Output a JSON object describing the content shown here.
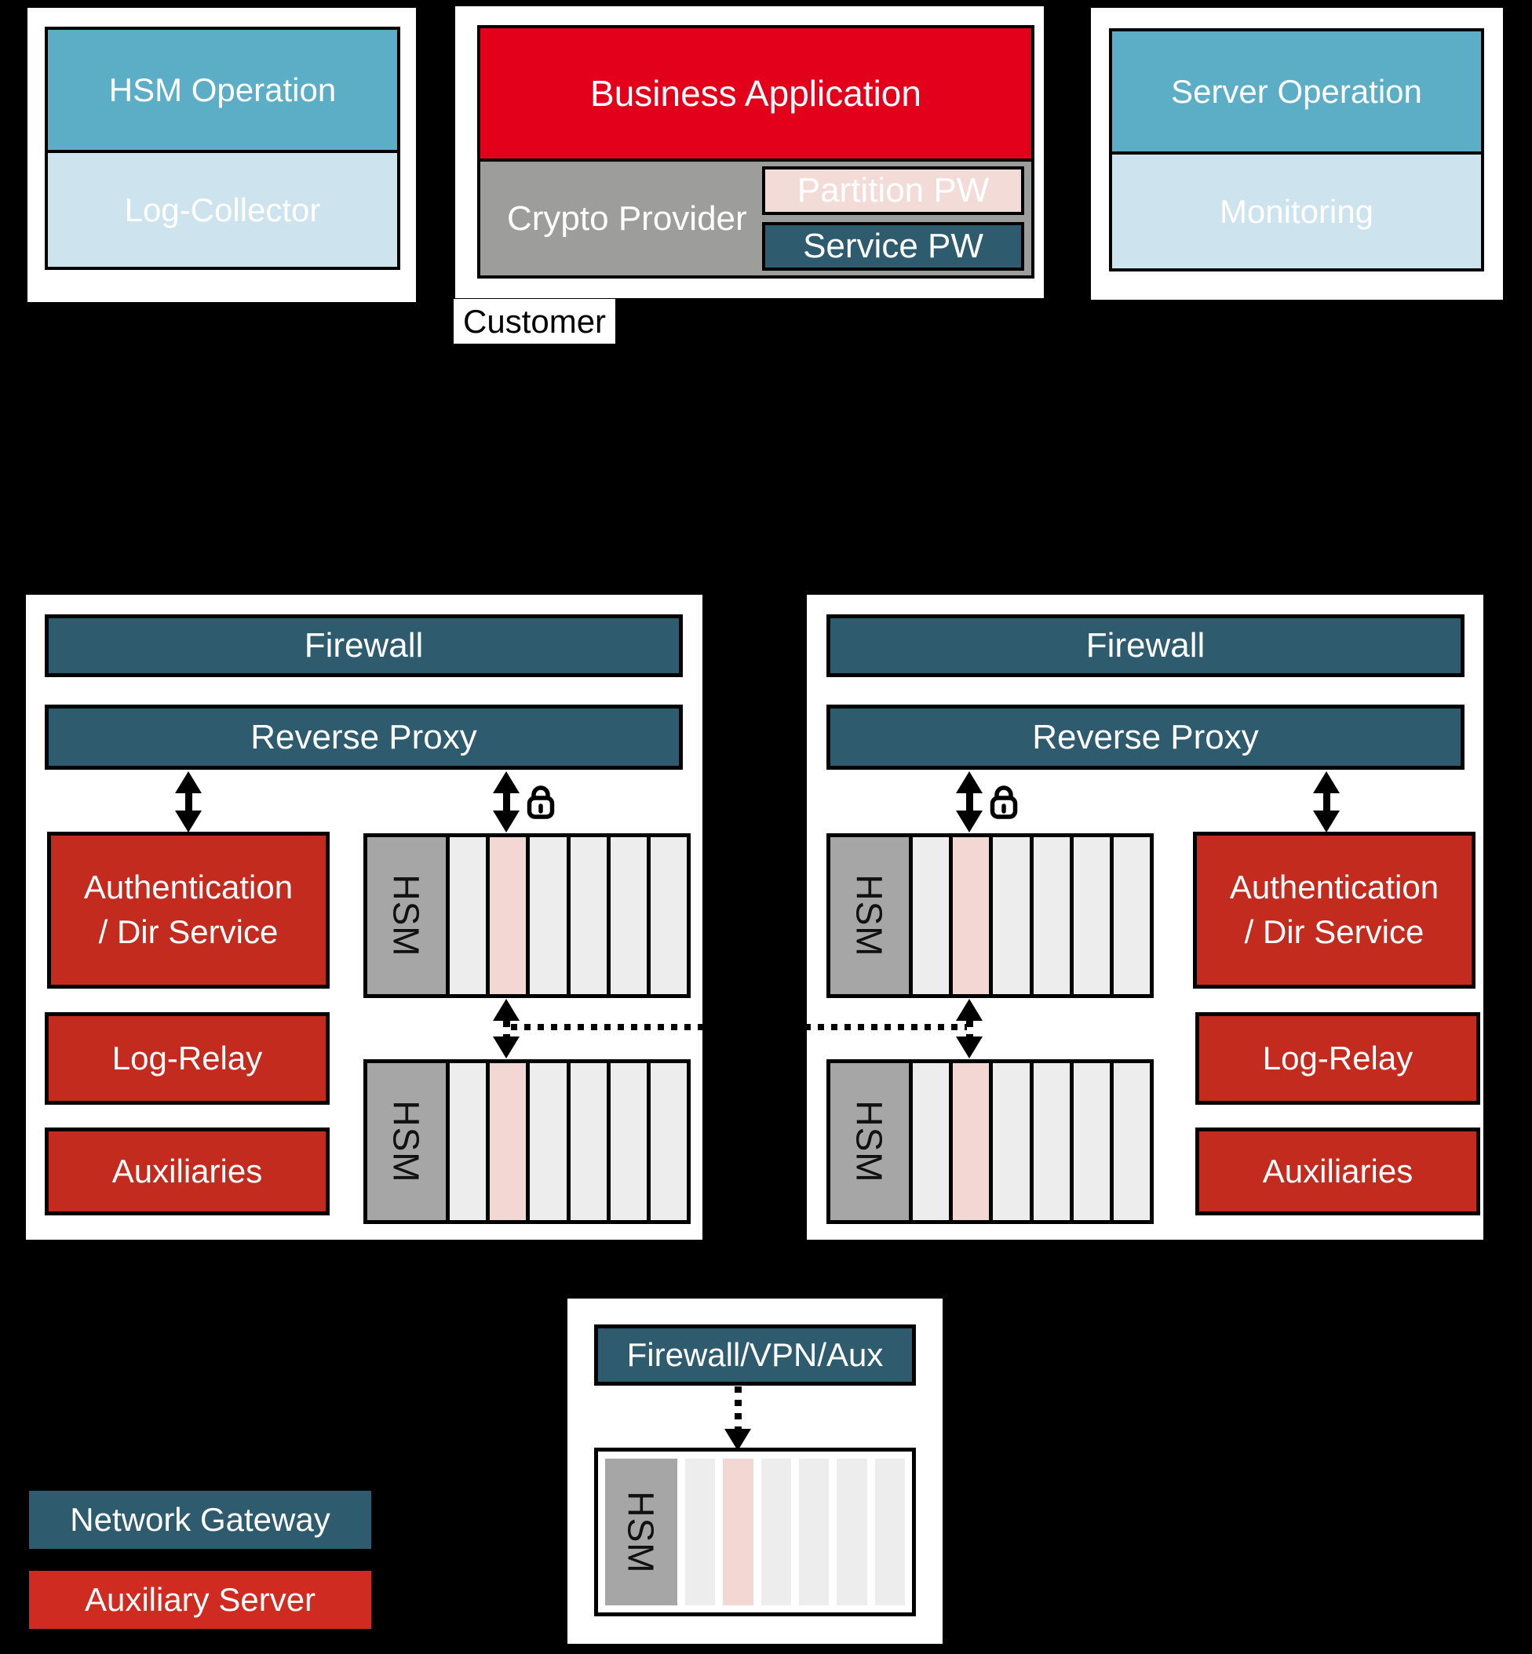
{
  "colors": {
    "background": "#000000",
    "panel": "#ffffff",
    "network_teal": "#2E5B6E",
    "operation_blue": "#5CAEC7",
    "operation_light_blue": "#CDE3EE",
    "business_red": "#E2001A",
    "auxiliary_dark_red": "#C42B1F",
    "legend_red": "#D02B20",
    "crypto_gray": "#9D9D9C",
    "hsm_gray": "#A6A6A6",
    "slot_gray": "#EDEDED",
    "slot_pink": "#F2D7D3"
  },
  "hsm_operation_panel": {
    "title": "HSM Operation",
    "subtitle": "Log-Collector"
  },
  "business_panel": {
    "title": "Business Application",
    "crypto_provider": "Crypto Provider",
    "partition_pw": "Partition PW",
    "service_pw": "Service PW"
  },
  "customer_label": "Customer",
  "server_operation_panel": {
    "title": "Server Operation",
    "subtitle": "Monitoring"
  },
  "datacenter_left": {
    "firewall": "Firewall",
    "reverse_proxy": "Reverse Proxy",
    "auth_line1": "Authentication",
    "auth_line2": "/ Dir Service",
    "log_relay": "Log-Relay",
    "auxiliaries": "Auxiliaries",
    "hsm_top_label": "HSM",
    "hsm_bottom_label": "HSM"
  },
  "datacenter_right": {
    "firewall": "Firewall",
    "reverse_proxy": "Reverse Proxy",
    "auth_line1": "Authentication",
    "auth_line2": "/ Dir Service",
    "log_relay": "Log-Relay",
    "auxiliaries": "Auxiliaries",
    "hsm_top_label": "HSM",
    "hsm_bottom_label": "HSM"
  },
  "edge_gateway_panel": {
    "title": "Firewall/VPN/Aux",
    "hsm_label": "HSM"
  },
  "legend": {
    "network_gateway": "Network Gateway",
    "auxiliary_server": "Auxiliary Server"
  },
  "racks": {
    "dc_slots": [
      "plain",
      "pink",
      "plain",
      "plain",
      "plain",
      "plain"
    ],
    "edge_slots": [
      "plain",
      "pink",
      "plain",
      "plain",
      "plain",
      "plain"
    ]
  }
}
